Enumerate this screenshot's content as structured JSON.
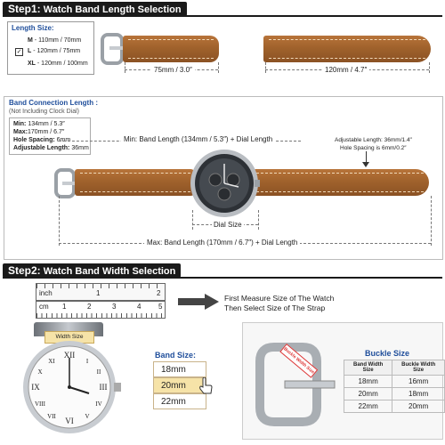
{
  "step1": {
    "label": "Step1:",
    "title": "Watch Band Length Selection"
  },
  "length_size": {
    "title": "Length Size:",
    "rows": [
      {
        "size": "M",
        "text": " - 110mm / 70mm"
      },
      {
        "size": "L",
        "text": " - 120mm / 75mm"
      },
      {
        "size": "XL",
        "text": " - 120mm / 100mm"
      }
    ],
    "short_strap": "75mm / 3.0″",
    "long_strap": "120mm / 4.7″"
  },
  "connection": {
    "title": "Band Connection Length :",
    "note": "(Not Including Clock Dial)",
    "specs": [
      {
        "label": "Min:",
        "value": " 134mm / 5.3″"
      },
      {
        "label": "Max:",
        "value": "170mm / 6.7″"
      },
      {
        "label": "Hole Spacing:",
        "value": " 6mm"
      },
      {
        "label": "Adjustable Length:",
        "value": " 36mm"
      }
    ],
    "min_label": "Min: Band Length (134mm / 5.3″) + Dial Length",
    "max_label": "Max: Band Length (170mm / 6.7″) + Dial Length",
    "dial_size": "Dial Size",
    "adjustable": "Adjustable Length: 36mm/1.4″",
    "hole_spacing": "Hole Spacing is 6mm/0.2″"
  },
  "step2": {
    "label": "Step2:",
    "title": "Watch Band Width Selection"
  },
  "ruler": {
    "inch_label": "inch",
    "inch_ticks": [
      "1",
      "2"
    ],
    "cm_label": "cm",
    "cm_ticks": [
      "1",
      "2",
      "3",
      "4",
      "5"
    ]
  },
  "measure": {
    "line1": "First Measure Size of The Watch",
    "line2": "Then Select Size of The Strap"
  },
  "watch": {
    "width_label": "Width Size"
  },
  "band_size": {
    "title": "Band Size:",
    "options": [
      "18mm",
      "20mm",
      "22mm"
    ],
    "selected": "20mm"
  },
  "buckle": {
    "title": "Buckle Size",
    "tag": "Buckle Width Size",
    "headers": [
      "Band Width Size",
      "Buckle Width Size"
    ],
    "rows": [
      [
        "18mm",
        "16mm"
      ],
      [
        "20mm",
        "18mm"
      ],
      [
        "22mm",
        "20mm"
      ]
    ]
  },
  "colors": {
    "strap": "#a0622c",
    "accent": "#1a1a1a",
    "highlight": "#f6e3a8"
  }
}
